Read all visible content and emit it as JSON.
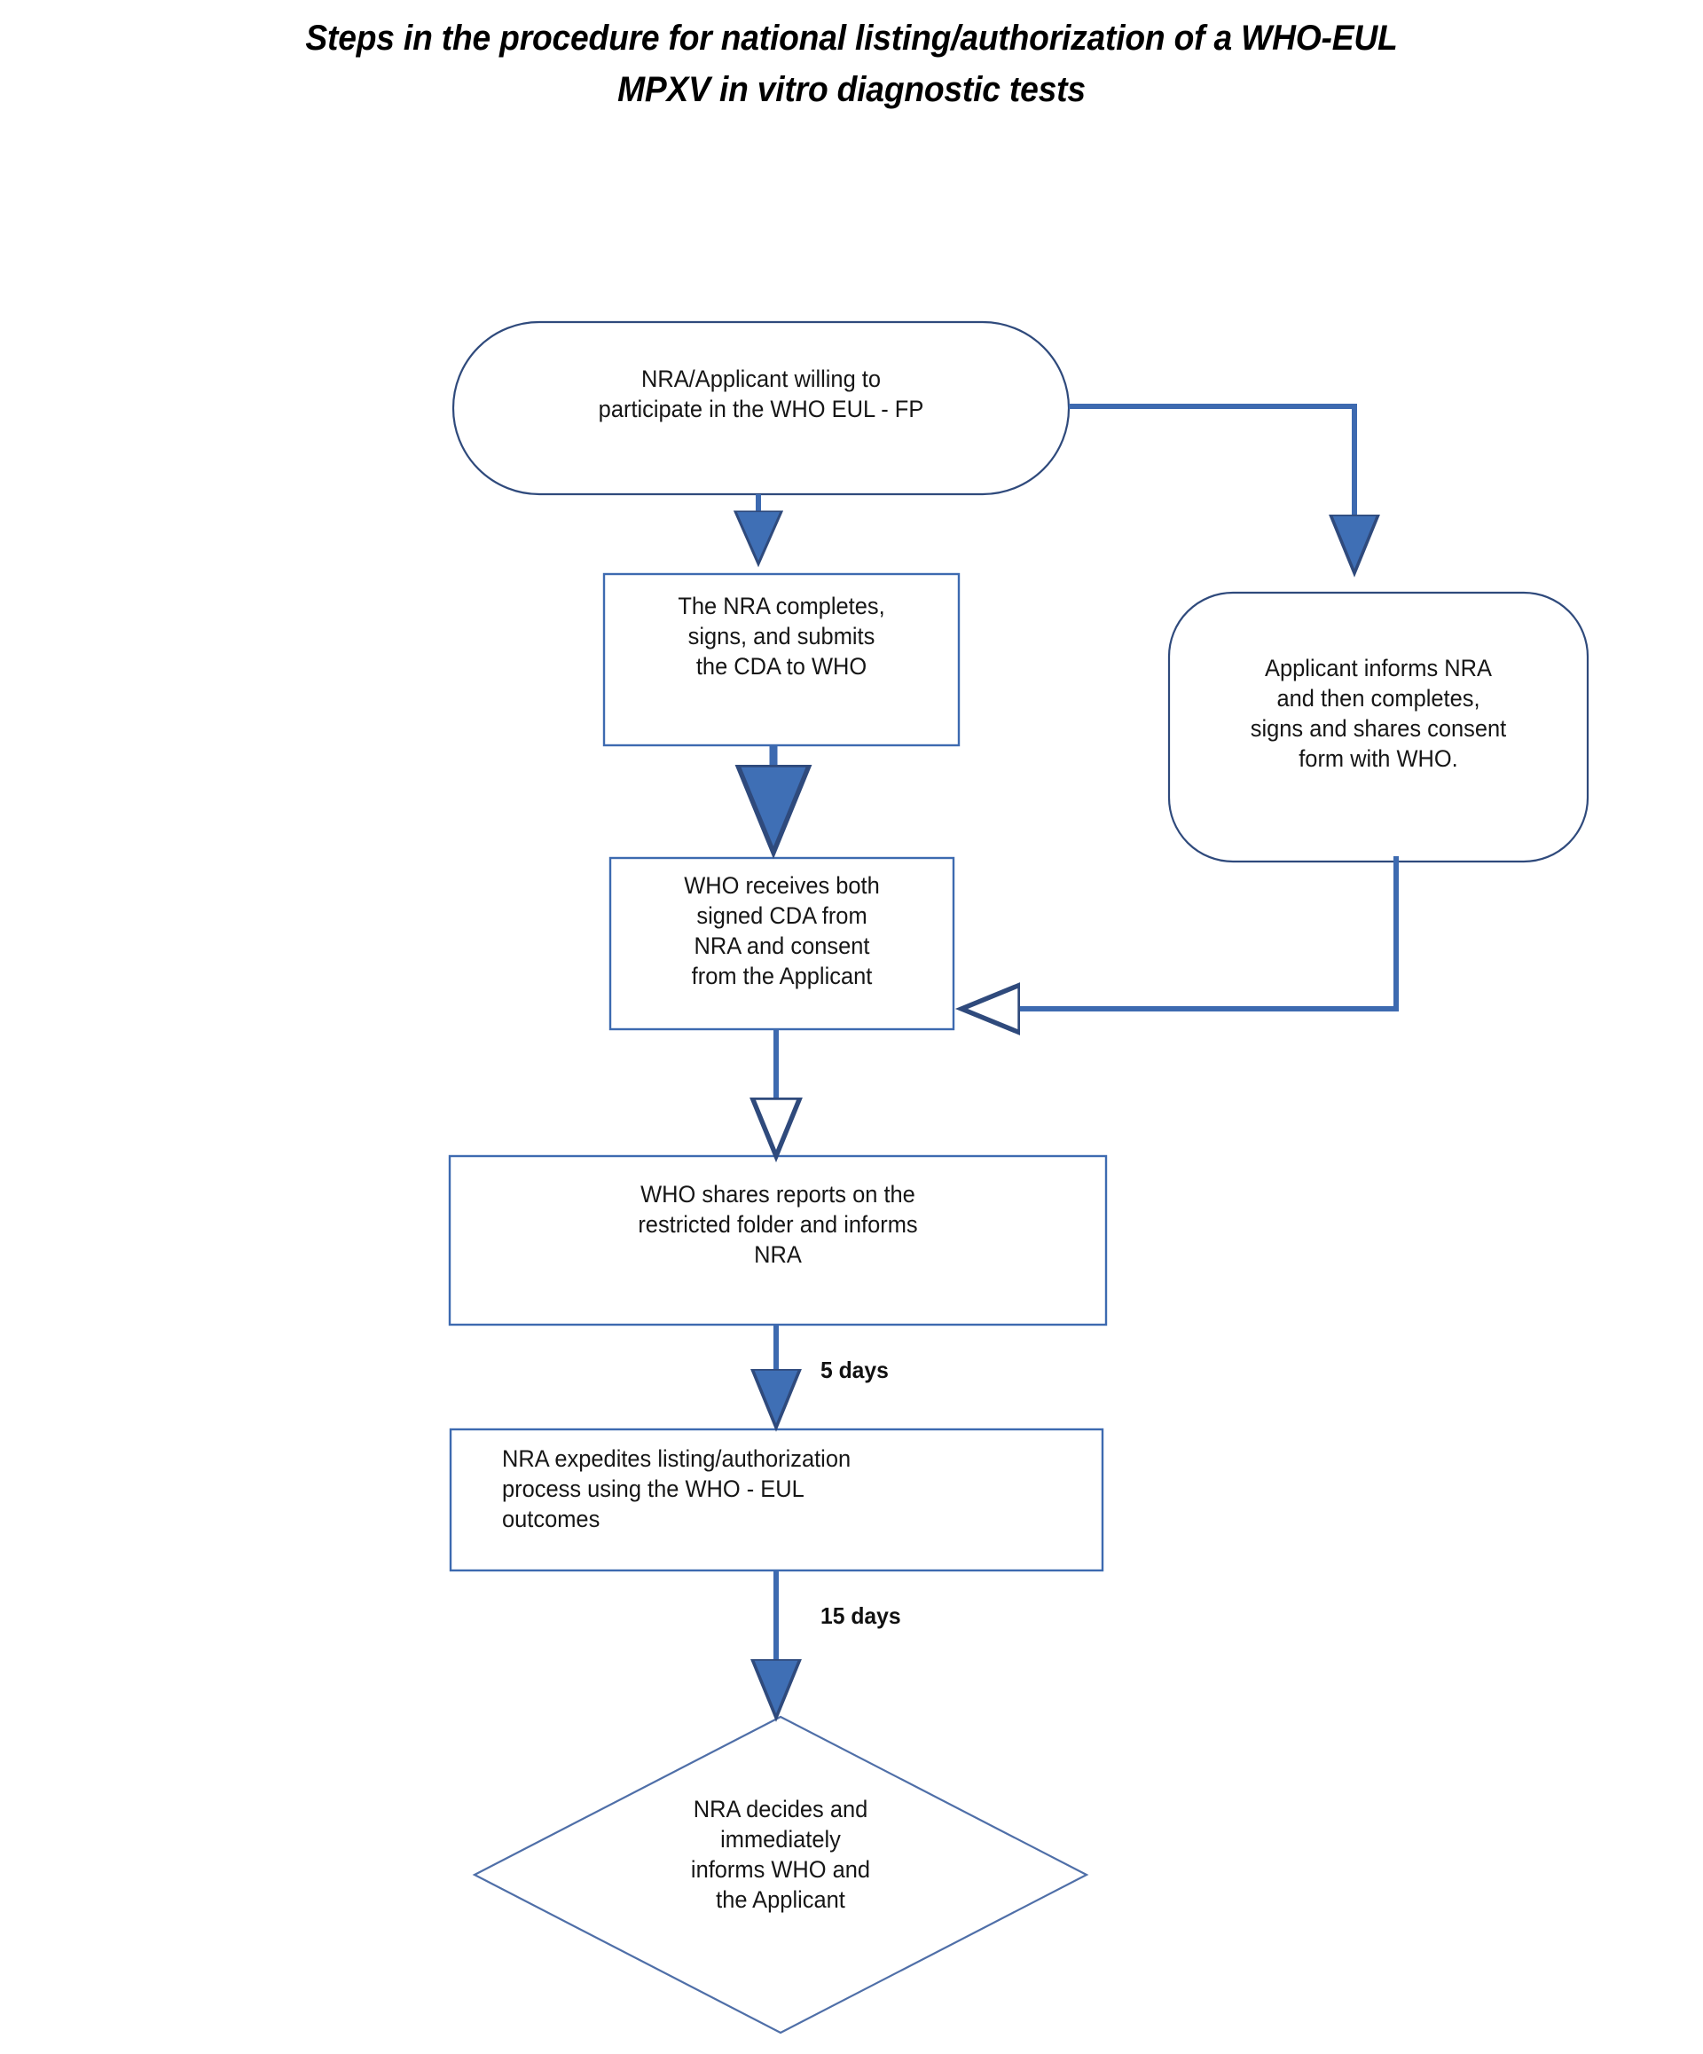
{
  "title": {
    "line1": "Steps in the procedure for national listing/authorization of a WHO-EUL",
    "line2": "MPXV in vitro diagnostic tests"
  },
  "colors": {
    "shape_stroke": "#2f4a7c",
    "connector": "#3d6ab0",
    "arrowhead_fill": "#3f6fb5",
    "background": "#ffffff",
    "text": "#161616"
  },
  "diagram": {
    "type": "flowchart",
    "orientation": "top-to-bottom",
    "nodes": [
      {
        "id": "start",
        "shape": "stadium",
        "text": "NRA/Applicant willing to\nparticipate in the WHO EUL - FP",
        "align": "center"
      },
      {
        "id": "nra-cda",
        "shape": "rectangle",
        "text": "The NRA completes,\nsigns, and submits\nthe CDA to WHO",
        "align": "center"
      },
      {
        "id": "applicant-consent",
        "shape": "rounded-rectangle",
        "text": "Applicant informs NRA\nand then completes,\nsigns and shares consent\nform with  WHO.",
        "align": "center"
      },
      {
        "id": "who-receives",
        "shape": "rectangle",
        "text": "WHO receives both\nsigned CDA from\nNRA and consent\nfrom the Applicant",
        "align": "center"
      },
      {
        "id": "who-shares",
        "shape": "rectangle",
        "text": "WHO shares reports on the\nrestricted folder and informs\nNRA",
        "align": "center"
      },
      {
        "id": "nra-expedites",
        "shape": "rectangle",
        "text": "NRA expedites listing/authorization\nprocess using the WHO - EUL\noutcomes",
        "align": "left"
      },
      {
        "id": "nra-decides",
        "shape": "diamond",
        "text": "NRA decides and\nimmediately\ninforms WHO and\nthe Applicant",
        "align": "center"
      }
    ],
    "edges": [
      {
        "from": "start",
        "to": "nra-cda",
        "label": ""
      },
      {
        "from": "start",
        "to": "applicant-consent",
        "label": ""
      },
      {
        "from": "nra-cda",
        "to": "who-receives",
        "label": ""
      },
      {
        "from": "applicant-consent",
        "to": "who-receives",
        "label": ""
      },
      {
        "from": "who-receives",
        "to": "who-shares",
        "label": ""
      },
      {
        "from": "who-shares",
        "to": "nra-expedites",
        "label": "5 days"
      },
      {
        "from": "nra-expedites",
        "to": "nra-decides",
        "label": "15 days"
      }
    ],
    "edge_labels": {
      "five_days": "5 days",
      "fifteen_days": "15 days"
    }
  }
}
